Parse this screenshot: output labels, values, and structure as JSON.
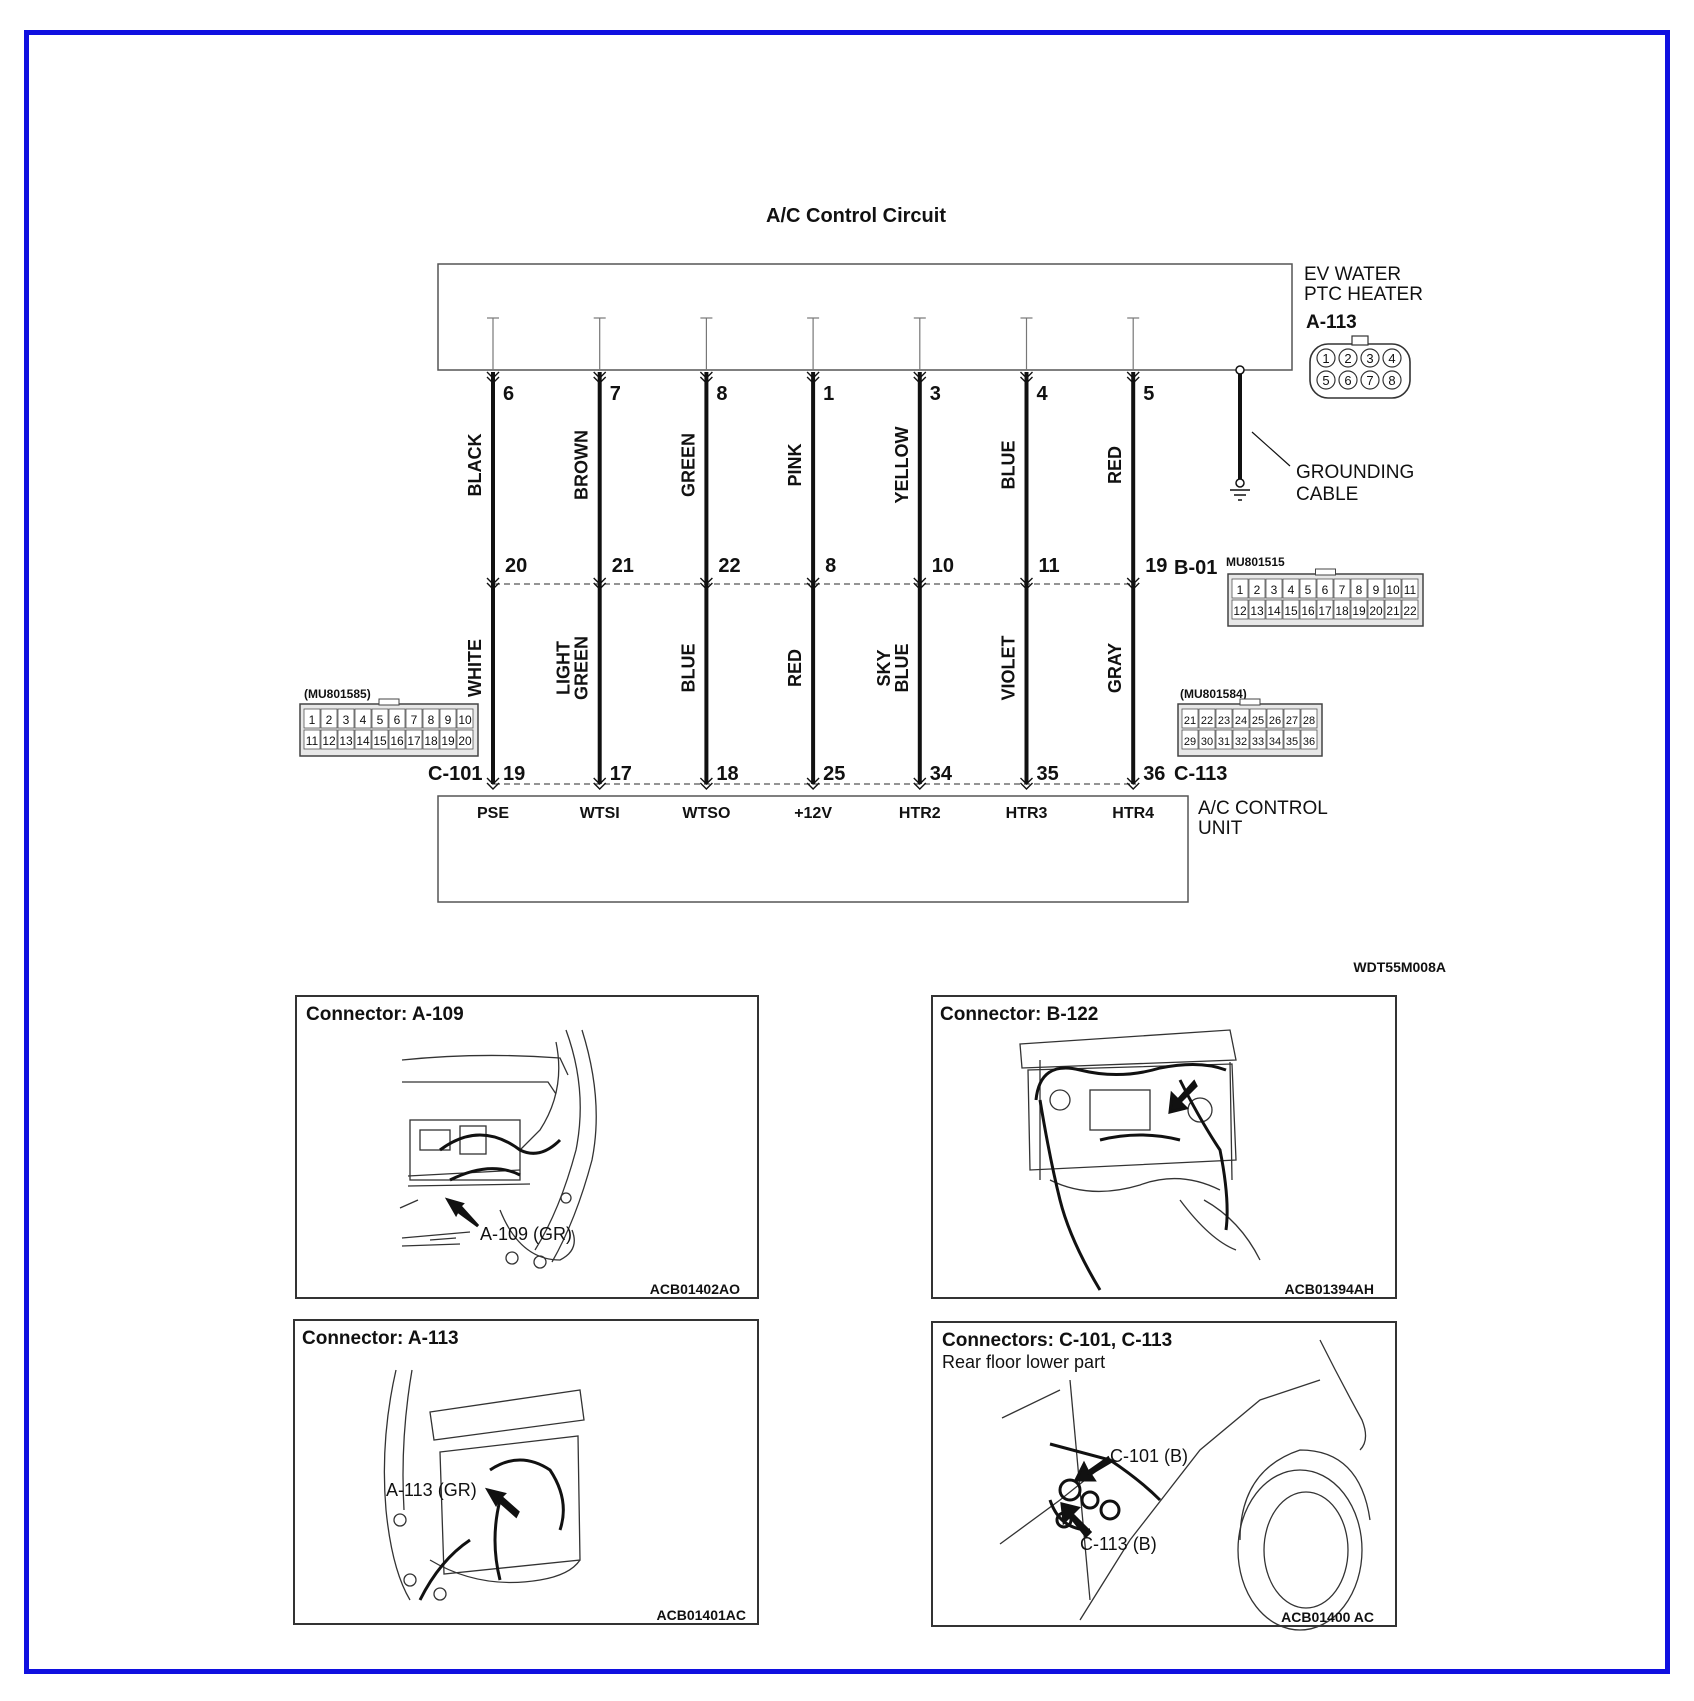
{
  "diagram": {
    "title": "A/C Control Circuit",
    "top_component": {
      "label_line1": "EV WATER",
      "label_line2": "PTC HEATER",
      "connector": "A-113",
      "pins_row1": [
        "1",
        "2",
        "3",
        "4"
      ],
      "pins_row2": [
        "5",
        "6",
        "7",
        "8"
      ]
    },
    "ground": {
      "line1": "GROUNDING",
      "line2": "CABLE"
    },
    "bottom_component": {
      "label_line1": "A/C CONTROL",
      "label_line2": "UNIT"
    },
    "b01": {
      "connector": "B-01",
      "part_no": "MU801515",
      "row1": [
        "1",
        "2",
        "3",
        "4",
        "5",
        "6",
        "7",
        "8",
        "9",
        "10",
        "11"
      ],
      "row2": [
        "12",
        "13",
        "14",
        "15",
        "16",
        "17",
        "18",
        "19",
        "20",
        "21",
        "22"
      ]
    },
    "c101": {
      "connector": "C-101",
      "part_no": "(MU801585)",
      "row1": [
        "1",
        "2",
        "3",
        "4",
        "5",
        "6",
        "7",
        "8",
        "9",
        "10"
      ],
      "row2": [
        "11",
        "12",
        "13",
        "14",
        "15",
        "16",
        "17",
        "18",
        "19",
        "20"
      ]
    },
    "c113": {
      "connector": "C-113",
      "part_no": "(MU801584)",
      "row1": [
        "21",
        "22",
        "23",
        "24",
        "25",
        "26",
        "27",
        "28"
      ],
      "row2": [
        "29",
        "30",
        "31",
        "32",
        "33",
        "34",
        "35",
        "36"
      ]
    },
    "wires": [
      {
        "top_pin": "6",
        "upper_color": "BLACK",
        "mid_pin": "20",
        "lower_color": "WHITE",
        "bottom_pin": "19",
        "terminal": "PSE"
      },
      {
        "top_pin": "7",
        "upper_color": "BROWN",
        "mid_pin": "21",
        "lower_color": "LIGHT GREEN",
        "lower_line1": "LIGHT",
        "lower_line2": "GREEN",
        "bottom_pin": "17",
        "terminal": "WTSI"
      },
      {
        "top_pin": "8",
        "upper_color": "GREEN",
        "mid_pin": "22",
        "lower_color": "BLUE",
        "bottom_pin": "18",
        "terminal": "WTSO"
      },
      {
        "top_pin": "1",
        "upper_color": "PINK",
        "mid_pin": "8",
        "lower_color": "RED",
        "bottom_pin": "25",
        "terminal": "+12V"
      },
      {
        "top_pin": "3",
        "upper_color": "YELLOW",
        "mid_pin": "10",
        "lower_color": "SKY BLUE",
        "lower_line1": "SKY",
        "lower_line2": "BLUE",
        "bottom_pin": "34",
        "terminal": "HTR2"
      },
      {
        "top_pin": "4",
        "upper_color": "BLUE",
        "mid_pin": "11",
        "lower_color": "VIOLET",
        "bottom_pin": "35",
        "terminal": "HTR3"
      },
      {
        "top_pin": "5",
        "upper_color": "RED",
        "mid_pin": "19",
        "lower_color": "GRAY",
        "bottom_pin": "36",
        "terminal": "HTR4"
      }
    ],
    "figure_code": "WDT55M008A"
  },
  "panels": [
    {
      "title": "Connector: A-109",
      "subtitle": "",
      "callouts": [
        "A-109 (GR)"
      ],
      "code": "ACB01402AO"
    },
    {
      "title": "Connector: B-122",
      "subtitle": "",
      "callouts": [],
      "code": "ACB01394AH"
    },
    {
      "title": "Connector: A-113",
      "subtitle": "",
      "callouts": [
        "A-113 (GR)"
      ],
      "code": "ACB01401AC"
    },
    {
      "title": "Connectors: C-101, C-113",
      "subtitle": "Rear floor lower part",
      "callouts": [
        "C-101 (B)",
        "C-113 (B)"
      ],
      "code": "ACB01400 AC"
    }
  ],
  "colors": {
    "frame": "#1010e0",
    "ink": "#111111",
    "connector_fill": "#e8e8e8"
  }
}
